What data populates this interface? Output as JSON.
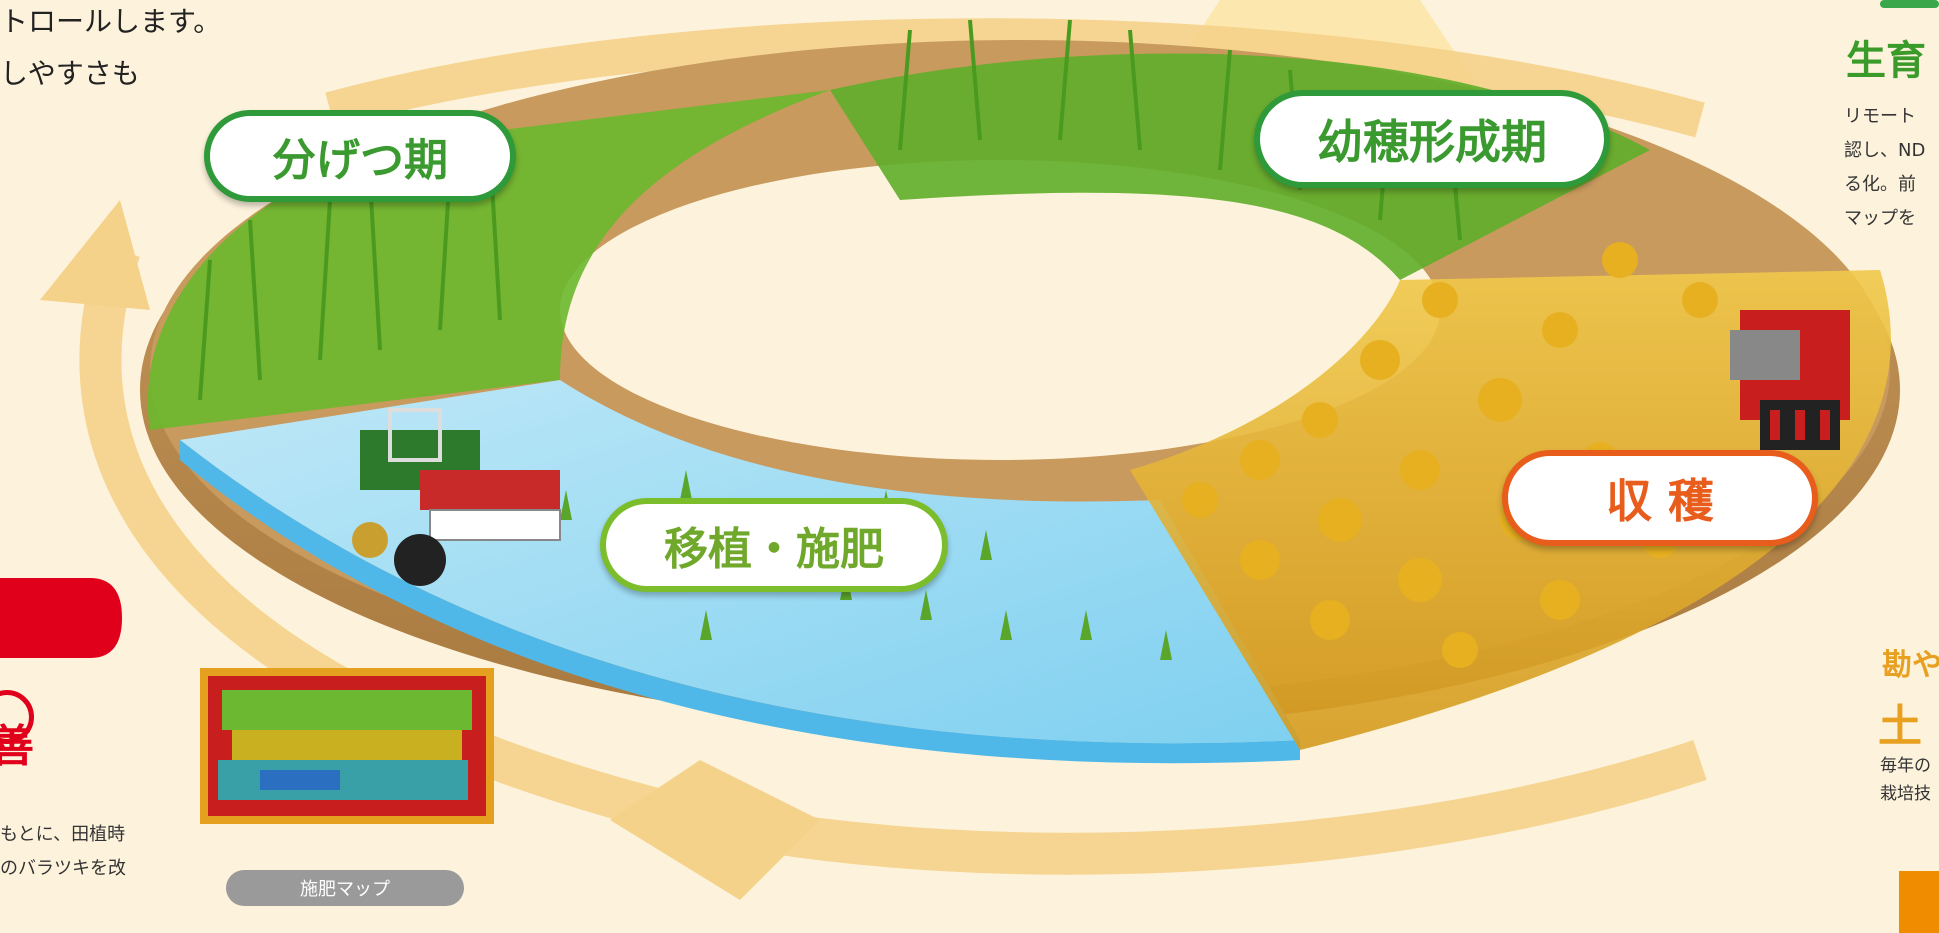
{
  "intro_lines": [
    "トロールします。",
    "しやすさも"
  ],
  "stages": {
    "tillering": "分げつ期",
    "panicle": "幼穂形成期",
    "transplant": "移植・施肥",
    "harvest": "収 穫"
  },
  "right_panel": {
    "heading": "生育",
    "lines": [
      "リモート",
      "認し、ND",
      "る化。前",
      "マップを"
    ]
  },
  "right_bottom": {
    "subheading": "勘や",
    "heading": "土",
    "lines": [
      "毎年の",
      "栽培技"
    ]
  },
  "left_bottom": {
    "heading_char": "善",
    "lines": [
      "もとに、田植時",
      "のバラツキを改"
    ]
  },
  "fert_map_caption": "施肥マップ",
  "colors": {
    "green_border": "#2f9a3a",
    "orange_border": "#e85c1c",
    "red_accent": "#e0001b",
    "orange_button": "#f08c00"
  }
}
